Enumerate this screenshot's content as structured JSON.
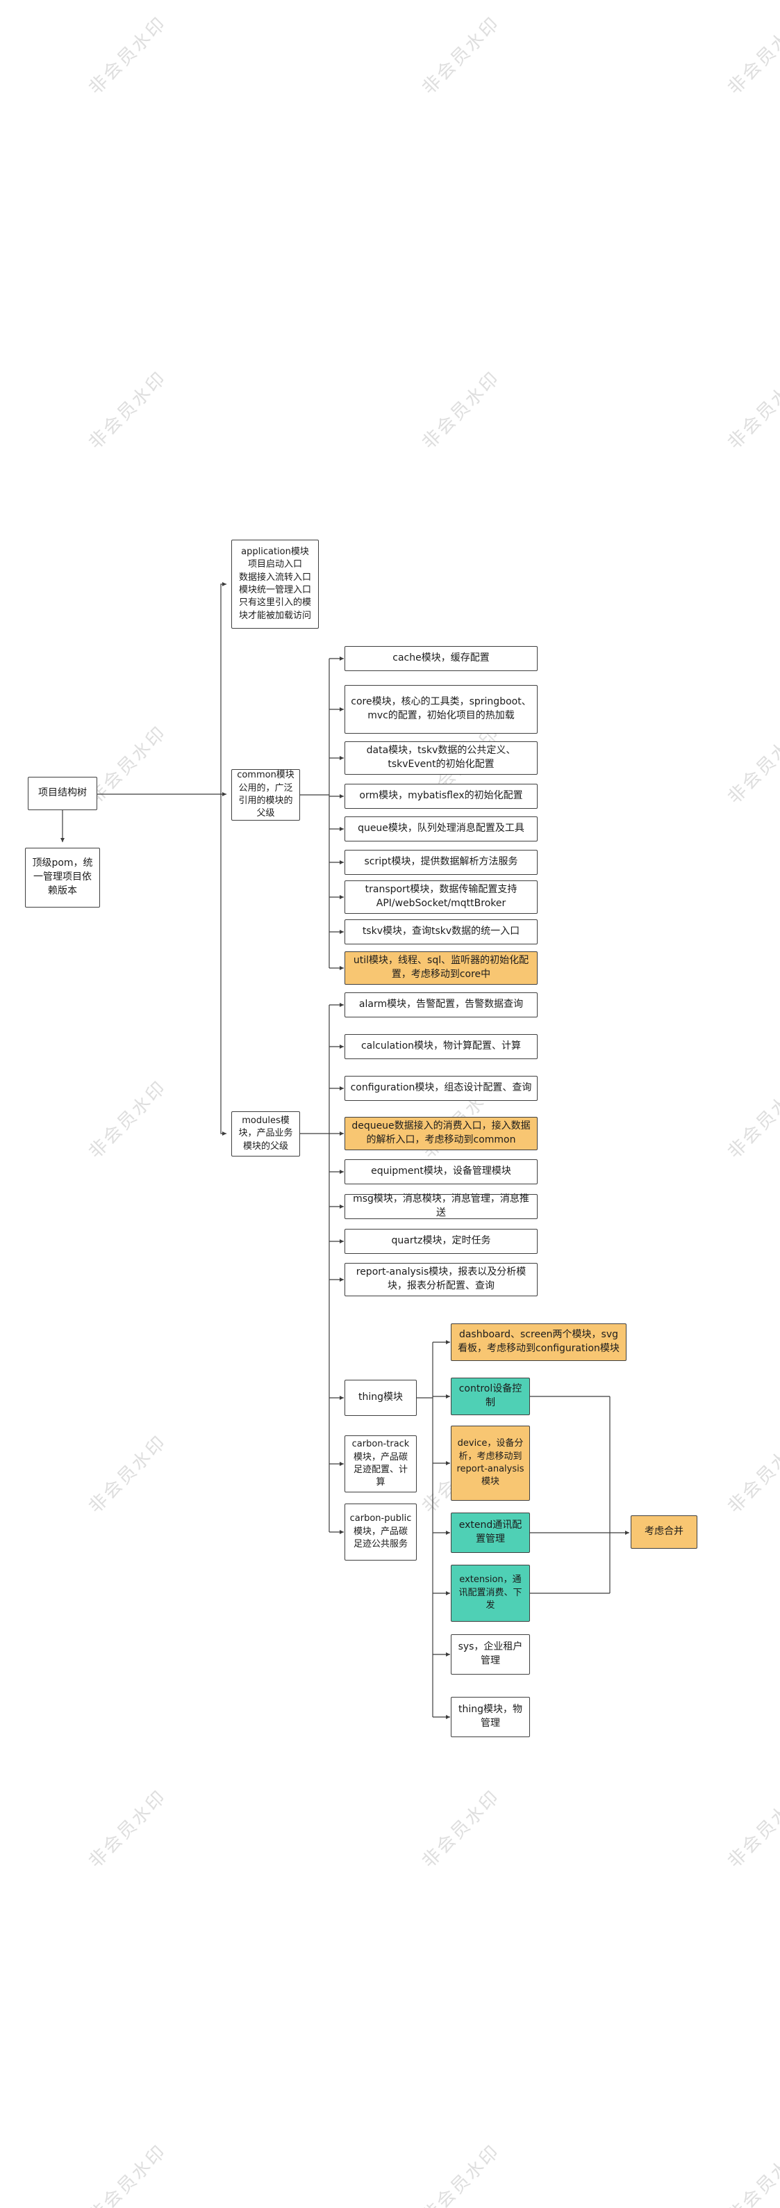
{
  "watermark": "非会员水印",
  "colors": {
    "orange": "#f8c672",
    "teal": "#4fd0b5",
    "line": "#3c3c3c",
    "wm": "#d6d6d6"
  },
  "nodes": {
    "root": "项目结构树",
    "pom": "顶级pom，统一管理项目依赖版本",
    "application": "application模块\n项目启动入口\n数据接入流转入口\n模块统一管理入口只有这里引入的模块才能被加载访问",
    "common": "common模块\n公用的，广泛引用的模块的父级",
    "modules": "modules模块，产品业务模块的父级",
    "cache": "cache模块，缓存配置",
    "core": "core模块，核心的工具类，springboot、mvc的配置，初始化项目的热加载",
    "data": "data模块，tskv数据的公共定义、tskvEvent的初始化配置",
    "orm": "orm模块，mybatisflex的初始化配置",
    "queue": "queue模块，队列处理消息配置及工具",
    "script": "script模块，提供数据解析方法服务",
    "transport": "transport模块，数据传输配置支持API/webSocket/mqttBroker",
    "tskv": "tskv模块，查询tskv数据的统一入口",
    "util": "util模块，线程、sql、监听器的初始化配置，考虑移动到core中",
    "alarm": "alarm模块，告警配置，告警数据查询",
    "calculation": "calculation模块，物计算配置、计算",
    "configuration": "configuration模块，组态设计配置、查询",
    "dequeue": "dequeue数据接入的消费入口，接入数据的解析入口，考虑移动到common",
    "equipment": "equipment模块，设备管理模块",
    "msg": "msg模块，消息模块，消息管理，消息推送",
    "quartz": "quartz模块，定时任务",
    "report": "report-analysis模块，报表以及分析模块，报表分析配置、查询",
    "thing_parent": "thing模块",
    "carbon_track": "carbon-track模块，产品碳足迹配置、计算",
    "carbon_public": "carbon-public模块，产品碳足迹公共服务",
    "dashboard": "dashboard、screen两个模块，svg看板，考虑移动到configuration模块",
    "control": "control设备控制",
    "device": "device，设备分析，考虑移动到report-analysis模块",
    "extend": "extend通讯配置管理",
    "extension": "extension，通讯配置消费、下发",
    "sys": "sys，企业租户管理",
    "thing_child": "thing模块，物管理",
    "merge": "考虑合并"
  }
}
